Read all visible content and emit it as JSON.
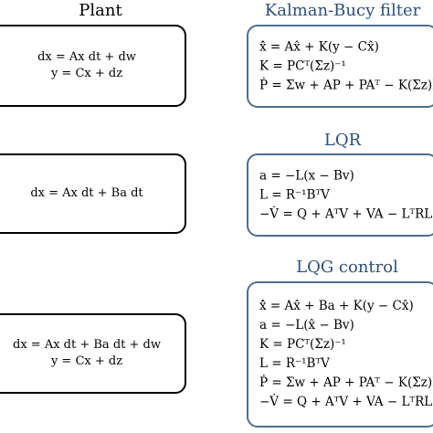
{
  "headings": {
    "plant": "Plant",
    "kalman": "Kalman-Bucy filter",
    "lqr": "LQR",
    "lqg": "LQG control"
  },
  "plant_boxes": [
    {
      "equations": [
        "dx = Ax dt + dw",
        "y = Cx + dz"
      ]
    },
    {
      "equations": [
        "dx = Ax dt + Ba dt"
      ]
    },
    {
      "equations": [
        "dx = Ax dt + Ba dt + dw",
        "y = Cx + dz"
      ]
    }
  ],
  "kalman_box": {
    "equations": [
      "x̂̇ = Ax̂ + K(y − Cx̂)",
      "K = PCᵀ(Σz)⁻¹",
      "Ṗ = Σw + AP + PAᵀ − K(Σz)Kᵀ"
    ]
  },
  "lqr_box": {
    "equations": [
      "a = −L(x − Bv)",
      "L = R⁻¹BᵀV",
      "−V̇ = Q + AᵀV + VA − LᵀRL"
    ]
  },
  "lqg_box": {
    "equations": [
      "x̂̇ = Ax̂ + Ba + K(y − Cx̂)",
      "a = −L(x̂ − Bv)",
      "K = PCᵀ(Σz)⁻¹",
      "L = R⁻¹BᵀV",
      "Ṗ = Σw + AP + PAᵀ − K(Σz)Kᵀ",
      "−V̇ = Q + AᵀV + VA − LᵀRL"
    ]
  },
  "colors": {
    "plant_border": "#000000",
    "controller_border": "#4f6d8f",
    "heading_controller": "#2d4f78"
  }
}
